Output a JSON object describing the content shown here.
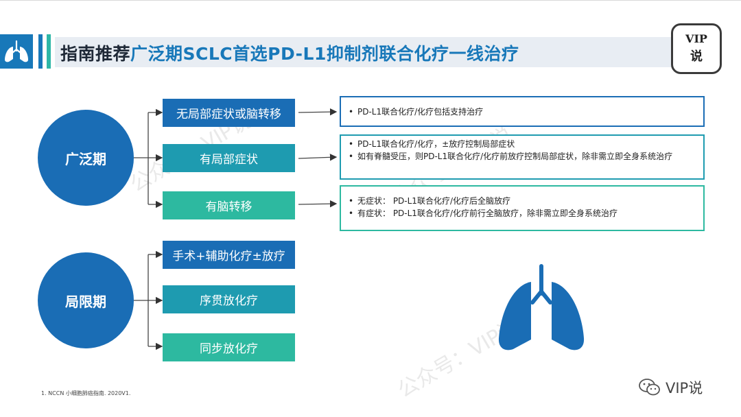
{
  "header": {
    "title_prefix": "指南推荐",
    "title_highlight": "广泛期SCLC首选PD-L1抑制剂联合化疗一线治疗"
  },
  "badge": {
    "line1": "VIP",
    "line2": "说"
  },
  "stages": [
    {
      "label": "广泛期",
      "branches": [
        {
          "label": "无局部症状或脑转移",
          "panel": [
            "PD-L1联合化疗/化疗包括支持治疗"
          ]
        },
        {
          "label": "有局部症状",
          "panel": [
            "PD-L1联合化疗/化疗，±放疗控制局部症状",
            "如有脊髓受压，则PD-L1联合化疗/化疗前放疗控制局部症状，除非需立即全身系统治疗"
          ]
        },
        {
          "label": "有脑转移",
          "panel": [
            "无症状： PD-L1联合化疗/化疗后全脑放疗",
            "有症状： PD-L1联合化疗/化疗前行全脑放疗，除非需立即全身系统治疗"
          ]
        }
      ]
    },
    {
      "label": "局限期",
      "branches": [
        {
          "label": "手术+辅助化疗±放疗"
        },
        {
          "label": "序贯放化疗"
        },
        {
          "label": "同步放化疗"
        }
      ]
    }
  ],
  "watermark": "公众号：VIP说",
  "footnote": "1. NCCN 小细胞肺癌指南. 2020V1.",
  "brand": "VIP说",
  "icons": {
    "header_logo": "lungs-icon",
    "lungs_illustration": "lungs-icon",
    "wechat": "wechat-icon",
    "arrow": "arrow-right-icon"
  },
  "colors": {
    "blue": "#1a6db5",
    "teal": "#1e9bb0",
    "green": "#2db9a0",
    "header_band": "#e8edf3"
  }
}
